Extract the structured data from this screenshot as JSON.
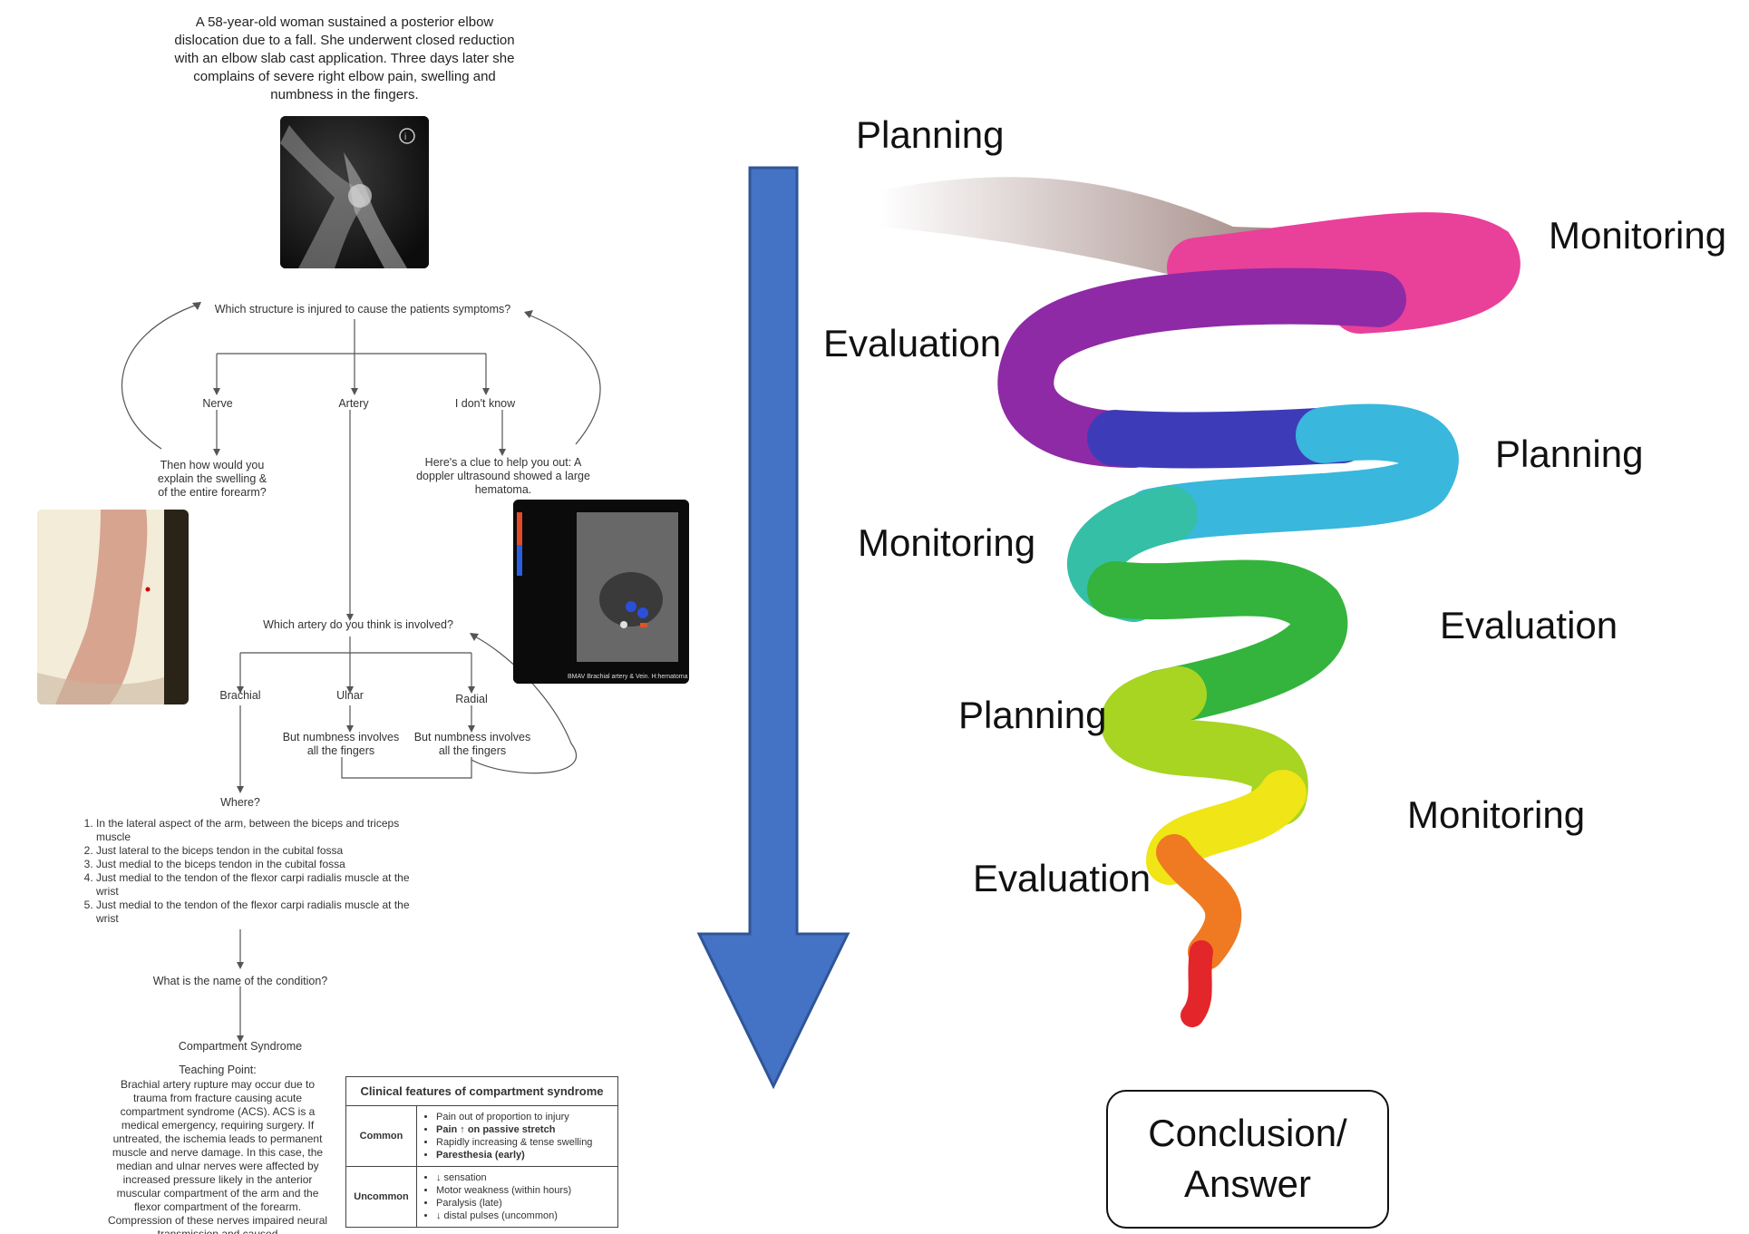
{
  "case": {
    "vignette": "A 58-year-old woman sustained a posterior elbow dislocation due to a fall. She underwent closed reduction with an elbow slab cast application. Three days later she complains of severe right elbow pain, swelling and numbness in the fingers."
  },
  "flow": {
    "q1": "Which structure is injured to cause the patients symptoms?",
    "q1_options": [
      "Nerve",
      "Artery",
      "I don't know"
    ],
    "nerve_feedback": "Then how would you explain the swelling & of the entire forearm?",
    "clue": "Here's a clue to help you out: A doppler ultrasound showed a large hematoma.",
    "ultrasound_caption": "BMAV Brachial artery & Vein. H:hematoma",
    "q2": "Which artery do you think is involved?",
    "q2_options": [
      "Brachial",
      "Ulnar",
      "Radial"
    ],
    "ulnar_feedback": "But numbness involves all the fingers",
    "radial_feedback": "But numbness involves all the fingers",
    "q3": "Where?",
    "q3_options": [
      "In the lateral aspect of the arm, between the biceps and triceps muscle",
      "Just lateral to the biceps tendon in the cubital fossa",
      "Just medial to the biceps tendon in the cubital fossa",
      "Just medial to the tendon of the flexor carpi radialis muscle at the wrist",
      "Just medial to the tendon of the flexor carpi radialis muscle at the wrist"
    ],
    "q4": "What is the name of the condition?",
    "answer": "Compartment Syndrome",
    "teaching_title": "Teaching Point:",
    "teaching_text": "Brachial artery rupture may occur due to trauma from fracture causing acute compartment syndrome (ACS). ACS is a medical emergency, requiring surgery. If untreated, the ischemia leads to permanent muscle and nerve damage. In this case, the median and ulnar nerves were affected by increased pressure likely in the anterior muscular compartment of the arm and the flexor compartment of the forearm. Compression of these nerves impaired neural transmission and caused"
  },
  "table": {
    "title": "Clinical features of compartment syndrome",
    "rows": [
      {
        "category": "Common",
        "items": [
          "Pain out of proportion to injury",
          "Pain ↑ on passive stretch",
          "Rapidly increasing & tense swelling",
          "Paresthesia (early)"
        ]
      },
      {
        "category": "Uncommon",
        "items": [
          "↓ sensation",
          "Motor weakness (within hours)",
          "Paralysis (late)",
          "↓ distal pulses (uncommon)"
        ]
      }
    ]
  },
  "spiral": {
    "labels": [
      "Planning",
      "Monitoring",
      "Evaluation",
      "Planning",
      "Monitoring",
      "Evaluation",
      "Planning",
      "Monitoring",
      "Evaluation"
    ],
    "conclusion_line1": "Conclusion/",
    "conclusion_line2": "Answer"
  },
  "colors": {
    "arrow": "#4472C4",
    "arrow_stroke": "#2F5597",
    "spiral": [
      "#9a7e7a",
      "#e9409a",
      "#8e2aa6",
      "#3e3bb8",
      "#39b7dc",
      "#35bfa6",
      "#34b43c",
      "#a8d422",
      "#f0e516",
      "#ef7a22",
      "#e3262a"
    ]
  }
}
